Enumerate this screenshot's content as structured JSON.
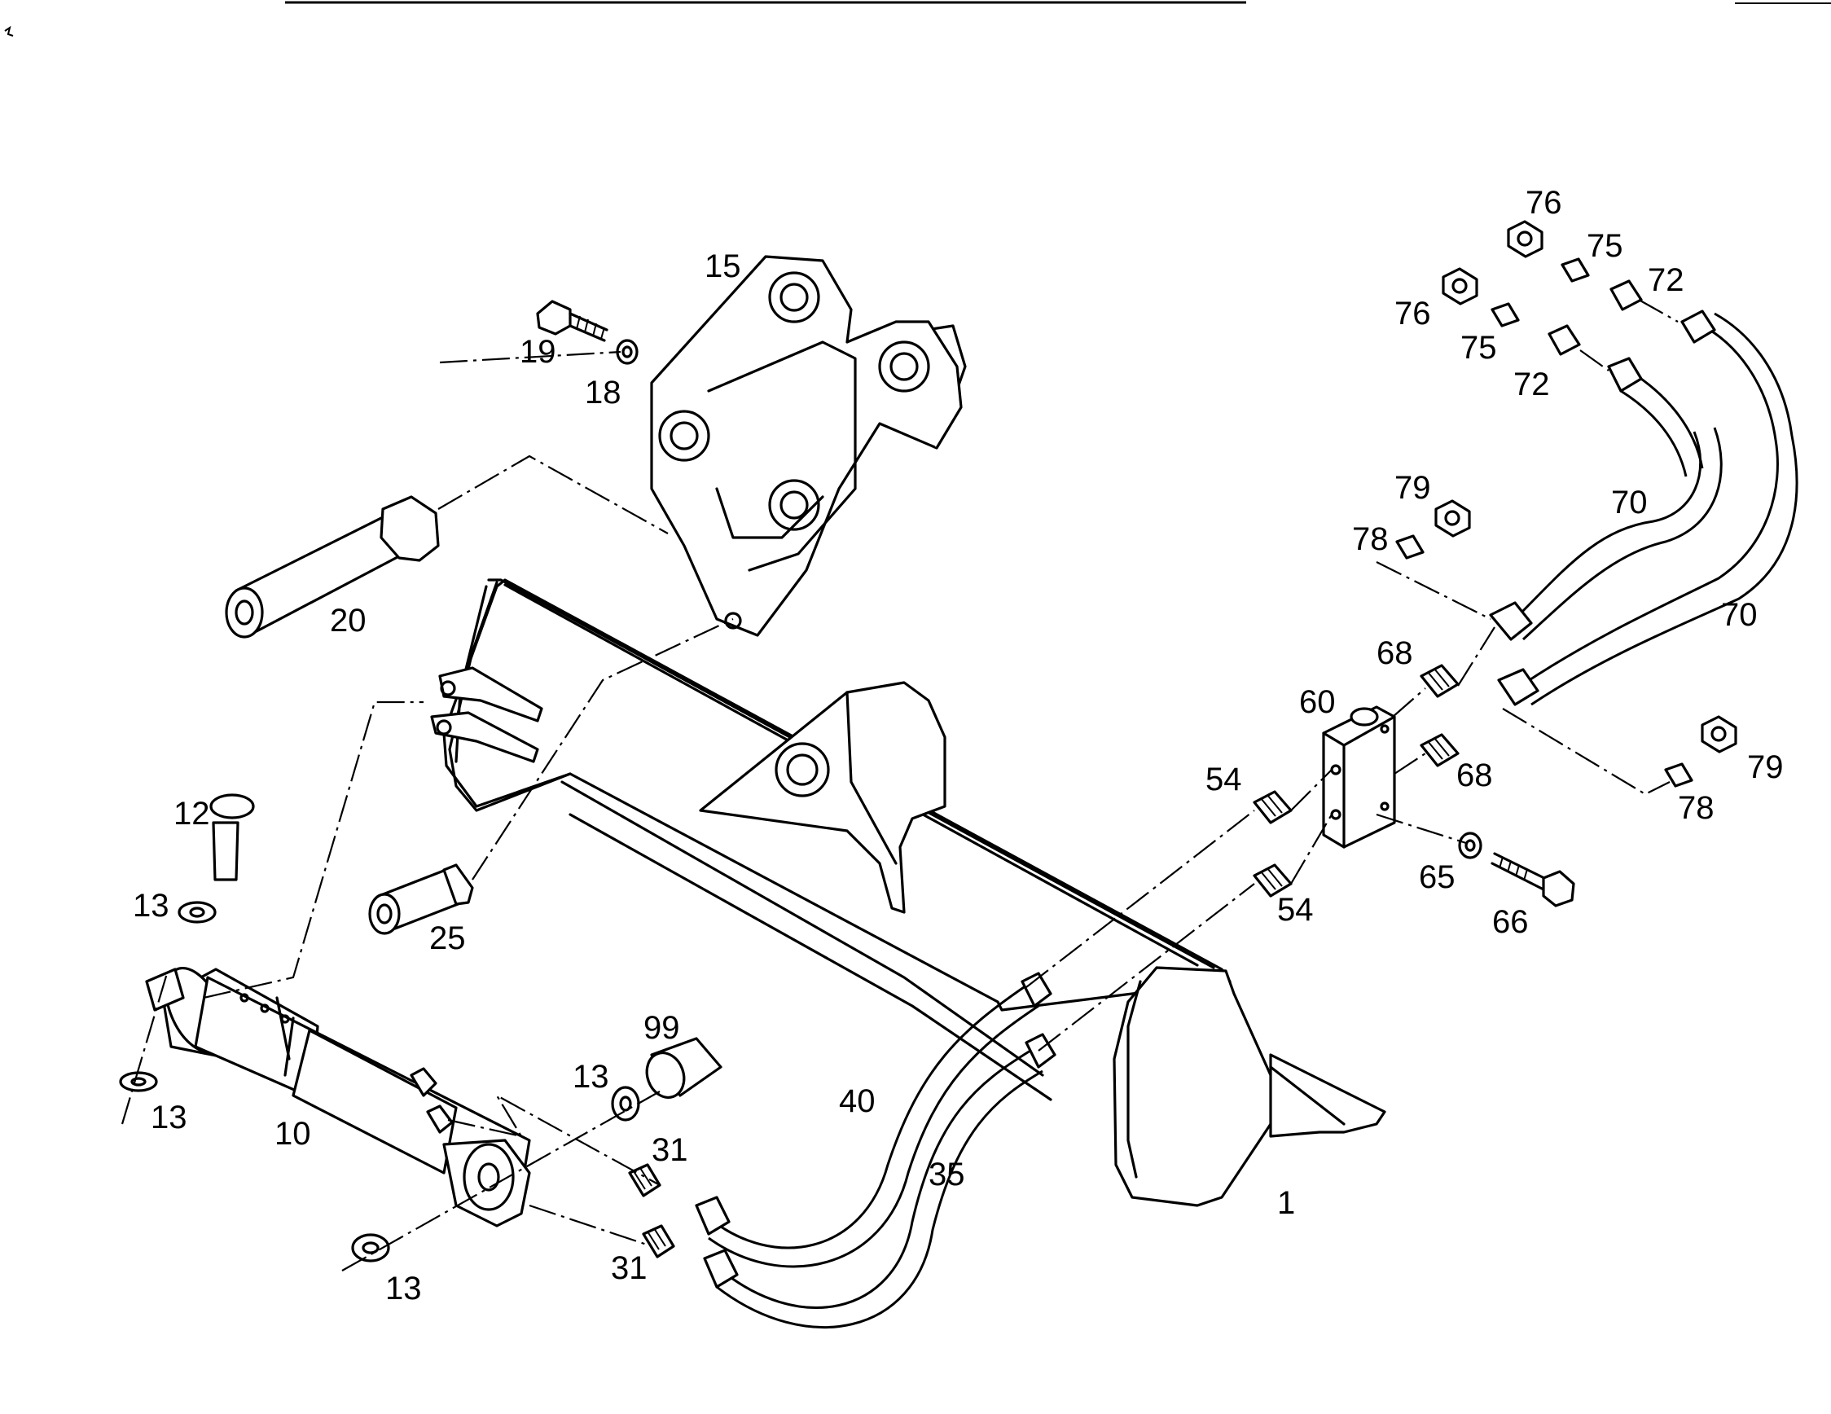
{
  "callouts": [
    {
      "id": "c1",
      "text": "1"
    },
    {
      "id": "c10",
      "text": "10"
    },
    {
      "id": "c12",
      "text": "12"
    },
    {
      "id": "c13a",
      "text": "13"
    },
    {
      "id": "c13b",
      "text": "13"
    },
    {
      "id": "c13c",
      "text": "13"
    },
    {
      "id": "c13d",
      "text": "13"
    },
    {
      "id": "c15",
      "text": "15"
    },
    {
      "id": "c18",
      "text": "18"
    },
    {
      "id": "c19",
      "text": "19"
    },
    {
      "id": "c20",
      "text": "20"
    },
    {
      "id": "c25",
      "text": "25"
    },
    {
      "id": "c31a",
      "text": "31"
    },
    {
      "id": "c31b",
      "text": "31"
    },
    {
      "id": "c35",
      "text": "35"
    },
    {
      "id": "c40",
      "text": "40"
    },
    {
      "id": "c54a",
      "text": "54"
    },
    {
      "id": "c54b",
      "text": "54"
    },
    {
      "id": "c60",
      "text": "60"
    },
    {
      "id": "c65",
      "text": "65"
    },
    {
      "id": "c66",
      "text": "66"
    },
    {
      "id": "c68a",
      "text": "68"
    },
    {
      "id": "c68b",
      "text": "68"
    },
    {
      "id": "c70a",
      "text": "70"
    },
    {
      "id": "c70b",
      "text": "70"
    },
    {
      "id": "c72a",
      "text": "72"
    },
    {
      "id": "c72b",
      "text": "72"
    },
    {
      "id": "c75a",
      "text": "75"
    },
    {
      "id": "c75b",
      "text": "75"
    },
    {
      "id": "c76a",
      "text": "76"
    },
    {
      "id": "c76b",
      "text": "76"
    },
    {
      "id": "c78a",
      "text": "78"
    },
    {
      "id": "c78b",
      "text": "78"
    },
    {
      "id": "c79a",
      "text": "79"
    },
    {
      "id": "c79b",
      "text": "79"
    },
    {
      "id": "c99",
      "text": "99"
    }
  ]
}
